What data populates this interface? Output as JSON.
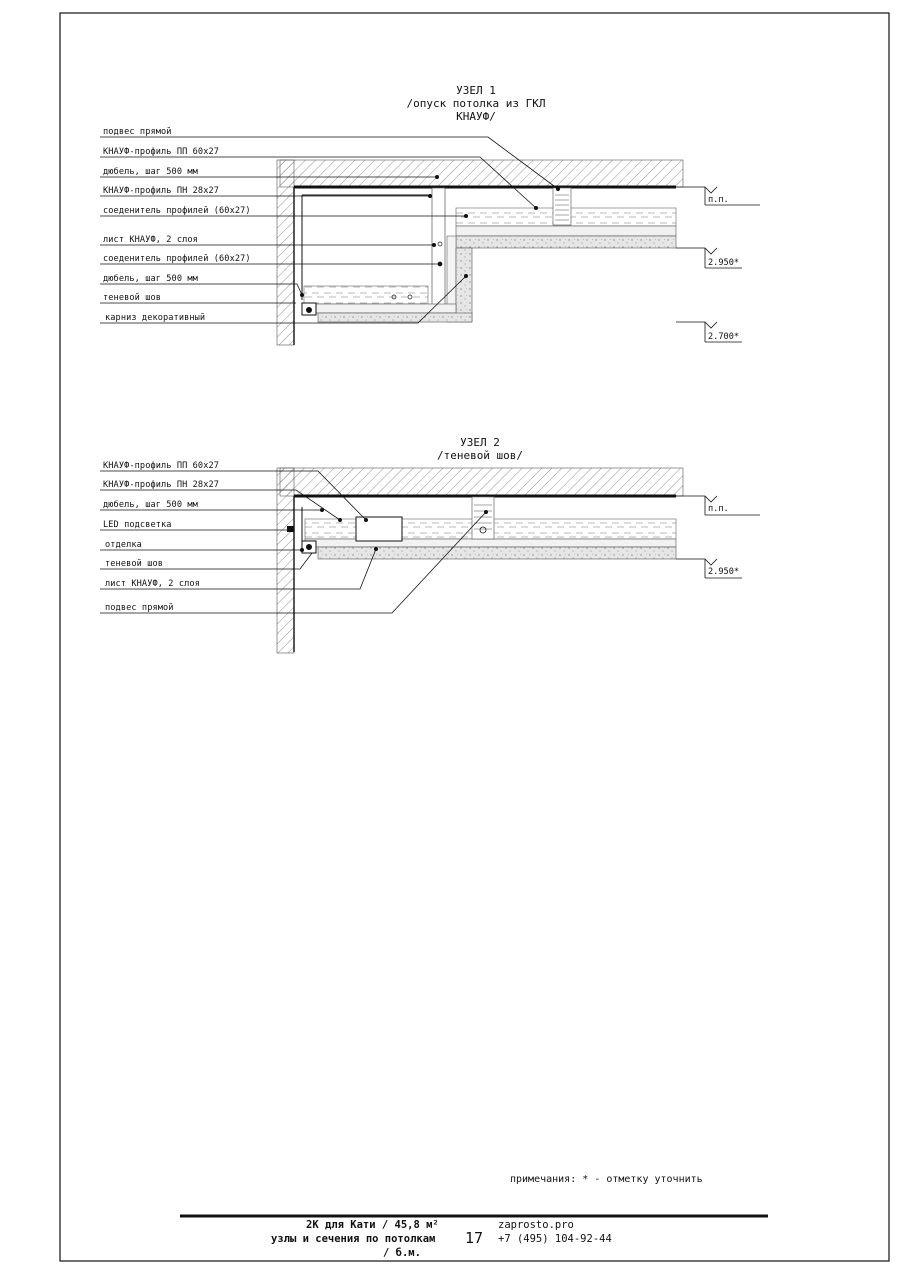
{
  "node1": {
    "title": "УЗЕЛ 1",
    "subtitle": "/опуск потолка из ГКЛ",
    "subtitle2": "КНАУФ/",
    "callouts": [
      "подвес прямой",
      "КНАУФ-профиль ПП 60х27",
      "дюбель, шаг 500 мм",
      "КНАУФ-профиль ПН 28х27",
      "соеденитель профилей (60х27)",
      "лист КНАУФ, 2 слоя",
      "соеденитель профилей (60х27)",
      "дюбель, шаг 500 мм",
      "теневой шов",
      "карниз декоративный"
    ],
    "marks": [
      "п.п.",
      "2.950*",
      "2.700*"
    ]
  },
  "node2": {
    "title": "УЗЕЛ 2",
    "subtitle": "/теневой шов/",
    "callouts": [
      "КНАУФ-профиль ПП 60х27",
      "КНАУФ-профиль ПН 28х27",
      "дюбель, шаг 500 мм",
      "LED подсветка",
      "отделка",
      "теневой шов",
      "лист КНАУФ, 2 слоя",
      "подвес прямой"
    ],
    "marks": [
      "п.п.",
      "2.950*"
    ]
  },
  "note": "примечания: * - отметку уточнить",
  "stamp": {
    "project": "2К для Кати / 45,8 м²",
    "sheet": "узлы и сечения по потолкам",
    "scale": "/ б.м.",
    "page": "17",
    "site": "zaprosto.pro",
    "phone": "+7 (495) 104-92-44"
  }
}
